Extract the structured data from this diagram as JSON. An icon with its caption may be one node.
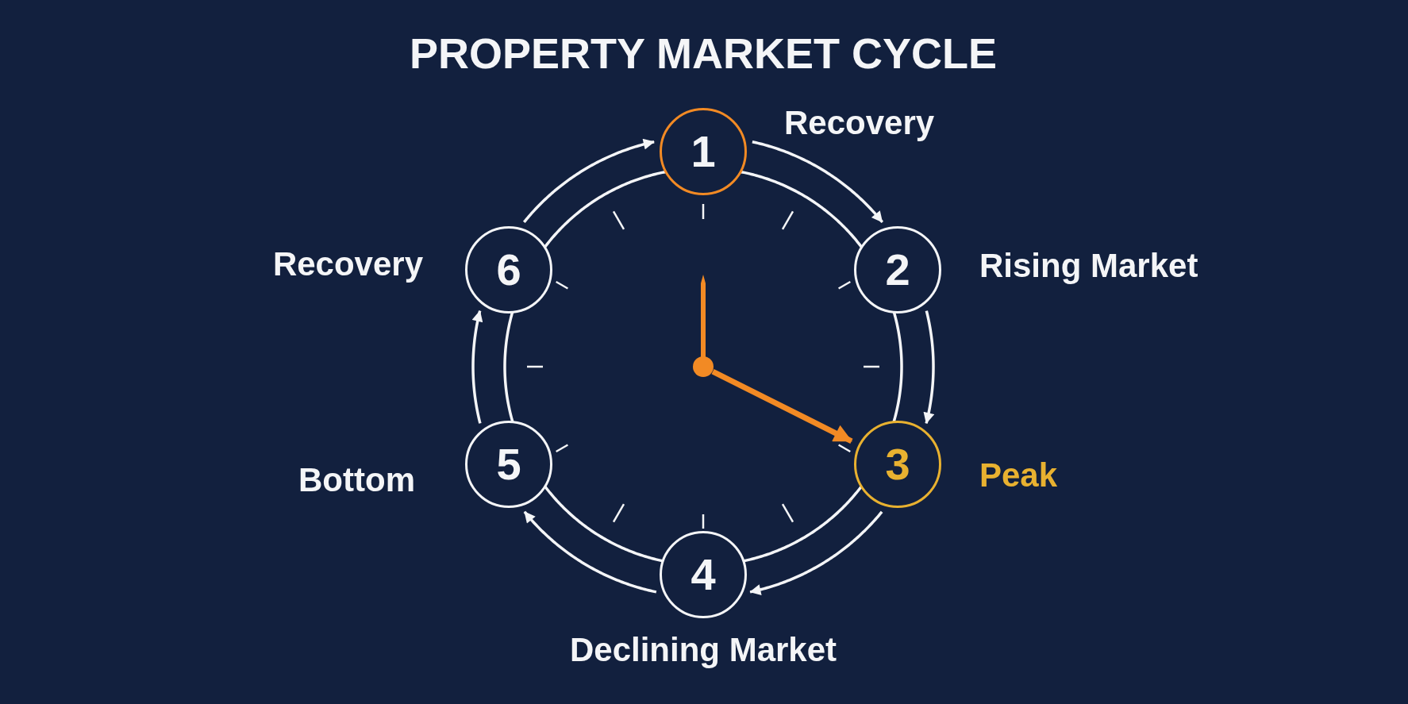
{
  "diagram": {
    "title": "PROPERTY MARKET CYCLE",
    "nodes": [
      {
        "text": [
          "1"
        ],
        "beside": [
          "Recovery"
        ]
      },
      {
        "text": [
          "2"
        ],
        "beside": [
          "Rising Market"
        ]
      },
      {
        "text": [
          "3"
        ],
        "beside": [
          "Peak"
        ]
      },
      {
        "text": [
          "4"
        ],
        "beside": [
          "Declining Market"
        ]
      },
      {
        "text": [
          "5"
        ],
        "beside": [
          "Bottom"
        ]
      },
      {
        "text": [
          "6"
        ],
        "beside": [
          "Recovery"
        ]
      }
    ],
    "edges": [
      {
        "from": 0,
        "to": 1,
        "arrow": "to"
      },
      {
        "from": 1,
        "to": 2,
        "arrow": "to"
      },
      {
        "from": 2,
        "to": 3,
        "arrow": "to"
      },
      {
        "from": 3,
        "to": 4,
        "arrow": "to"
      },
      {
        "from": 4,
        "to": 5,
        "arrow": "to"
      },
      {
        "from": 5,
        "to": 0,
        "arrow": "to"
      },
      {
        "from": 0,
        "to": 1,
        "arrow": "none"
      },
      {
        "from": 1,
        "to": 2,
        "arrow": "none"
      },
      {
        "from": 2,
        "to": 3,
        "arrow": "none"
      },
      {
        "from": 3,
        "to": 4,
        "arrow": "none"
      },
      {
        "from": 4,
        "to": 5,
        "arrow": "none"
      },
      {
        "from": 5,
        "to": 0,
        "arrow": "none"
      },
      {
        "from": null,
        "to": 2,
        "arrow": "to",
        "style": "thick",
        "color": "#f28a24"
      }
    ]
  }
}
